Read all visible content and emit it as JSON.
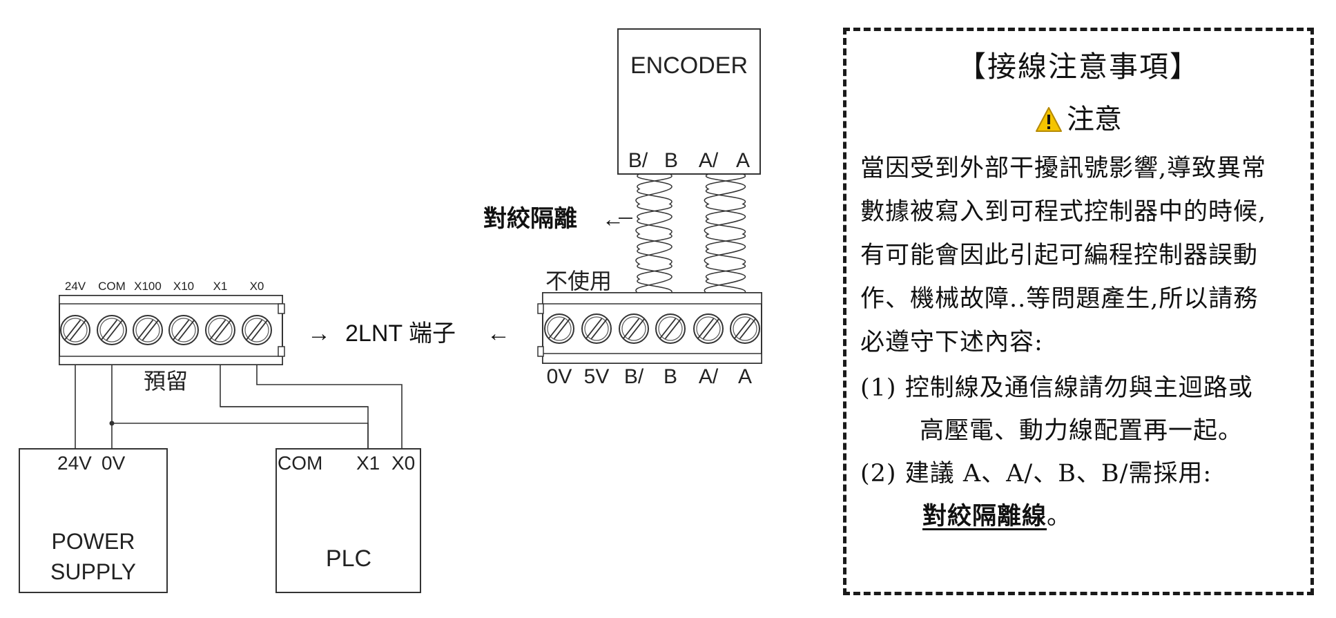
{
  "terminal_left": {
    "labels": [
      "24V",
      "COM",
      "X100",
      "X10",
      "X1",
      "X0"
    ],
    "note": "預留"
  },
  "terminal_right": {
    "labels": [
      "0V",
      "5V",
      "B/",
      "B",
      "A/",
      "A"
    ],
    "note": "不使用"
  },
  "center_label": {
    "arrow_right": "→",
    "text": "2LNT 端子",
    "arrow_left": "←"
  },
  "twisted_label": {
    "text": "對絞隔離",
    "arrow": "←"
  },
  "encoder": {
    "title": "ENCODER",
    "pins": [
      "B/",
      "B",
      "A/",
      "A"
    ]
  },
  "power_supply": {
    "line1": "POWER",
    "line2": "SUPPLY",
    "pins": [
      "24V",
      "0V"
    ]
  },
  "plc": {
    "title": "PLC",
    "pins": [
      "COM",
      "X1",
      "X0"
    ]
  },
  "notes": {
    "title": "【接線注意事項】",
    "caution": "注意",
    "body_lines": [
      "當因受到外部干擾訊號影響,導致異常",
      "數據被寫入到可程式控制器中的時候,",
      "有可能會因此引起可編程控制器誤動",
      "作、機械故障..等問題產生,所以請務",
      "必遵守下述內容:"
    ],
    "item1": {
      "num": "(1)",
      "line1": "控制線及通信線請勿與主迴路或",
      "line2": "高壓電、動力線配置再一起。"
    },
    "item2": {
      "num": "(2)",
      "line1": "建議 A、A/、B、B/需採用:",
      "emphasis": "對絞隔離線",
      "tail": "。"
    }
  },
  "colors": {
    "line": "#333333",
    "frame": "#222222",
    "caution_fill": "#f5c400"
  }
}
